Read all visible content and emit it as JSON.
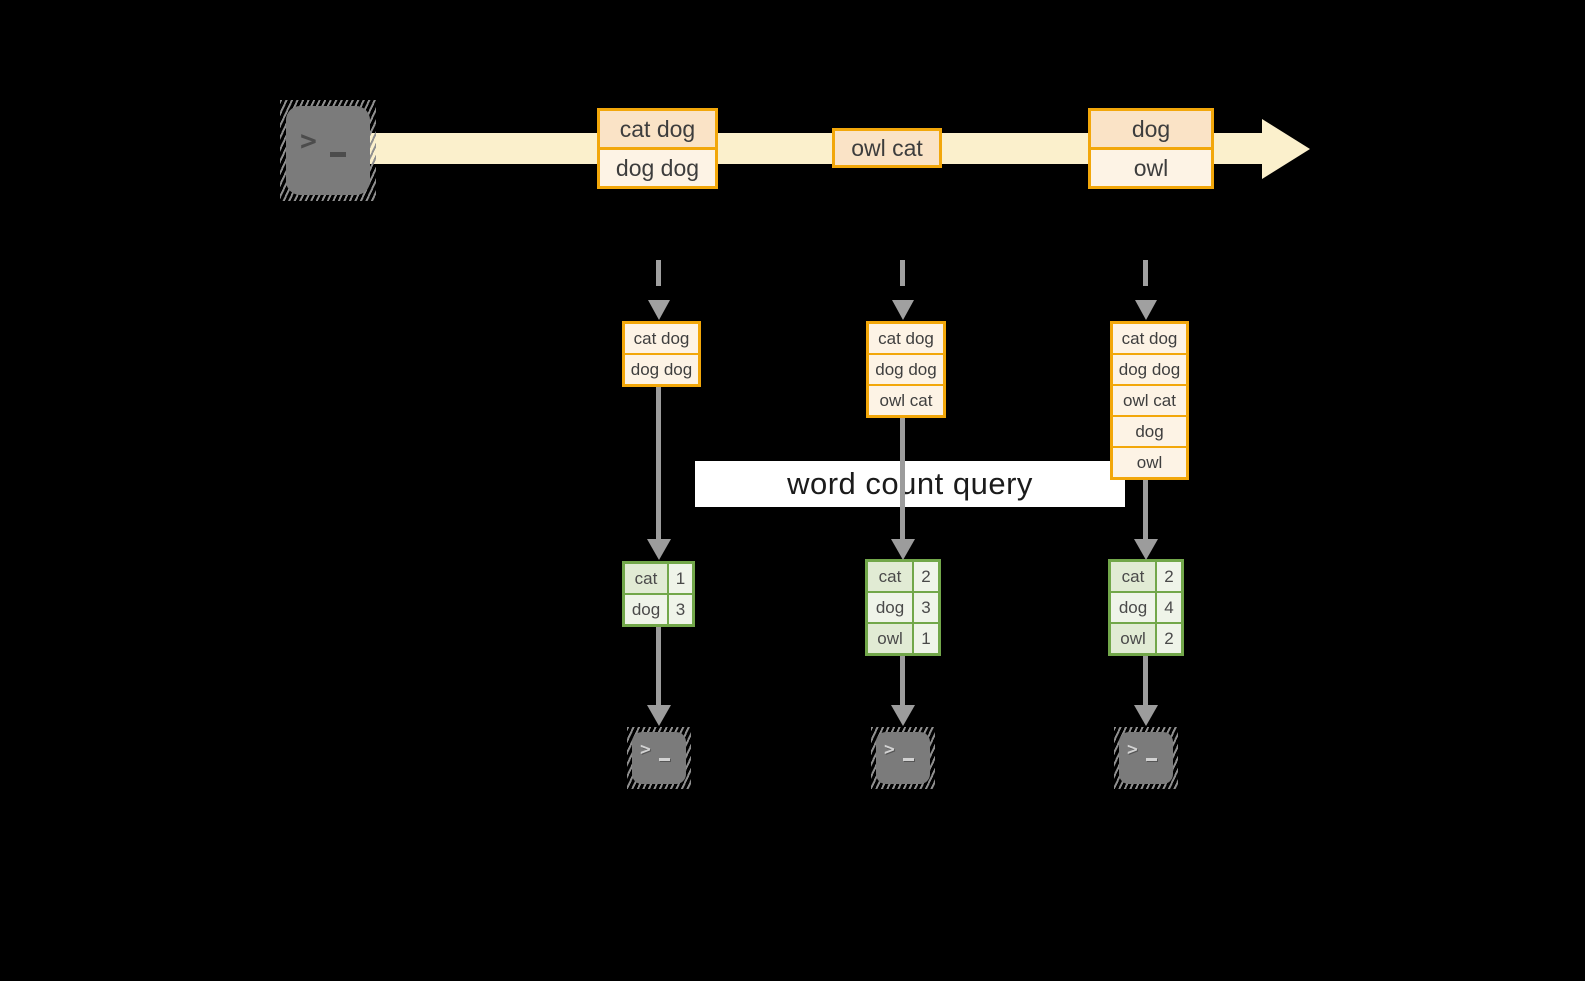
{
  "query_band": {
    "label": "word count query"
  },
  "timeline": {
    "source_icon": "terminal-icon",
    "batches": [
      {
        "rows": [
          "cat dog",
          "dog dog"
        ]
      },
      {
        "rows": [
          "owl cat"
        ]
      },
      {
        "rows": [
          "dog",
          "owl"
        ]
      }
    ]
  },
  "columns": [
    {
      "stack": [
        "cat dog",
        "dog dog"
      ],
      "counts": [
        {
          "word": "cat",
          "count": "1"
        },
        {
          "word": "dog",
          "count": "3"
        }
      ],
      "sink_icon": "terminal-icon"
    },
    {
      "stack": [
        "cat dog",
        "dog dog",
        "owl cat"
      ],
      "counts": [
        {
          "word": "cat",
          "count": "2"
        },
        {
          "word": "dog",
          "count": "3"
        },
        {
          "word": "owl",
          "count": "1"
        }
      ],
      "sink_icon": "terminal-icon"
    },
    {
      "stack": [
        "cat dog",
        "dog dog",
        "owl cat",
        "dog",
        "owl"
      ],
      "counts": [
        {
          "word": "cat",
          "count": "2"
        },
        {
          "word": "dog",
          "count": "4"
        },
        {
          "word": "owl",
          "count": "2"
        }
      ],
      "sink_icon": "terminal-icon"
    }
  ],
  "colors": {
    "background": "#000000",
    "timeline_band": "#FBF0CC",
    "box_border_orange": "#F2A70A",
    "box_fill_peach": "#FAE3C6",
    "box_fill_cream": "#FDF3E5",
    "table_border_green": "#72A74A",
    "table_fill_sage": "#E1EBD4",
    "table_fill_sage_light": "#EFF4E9",
    "arrow_gray": "#9C9C9C",
    "query_band_bg": "#FFFFFF"
  }
}
